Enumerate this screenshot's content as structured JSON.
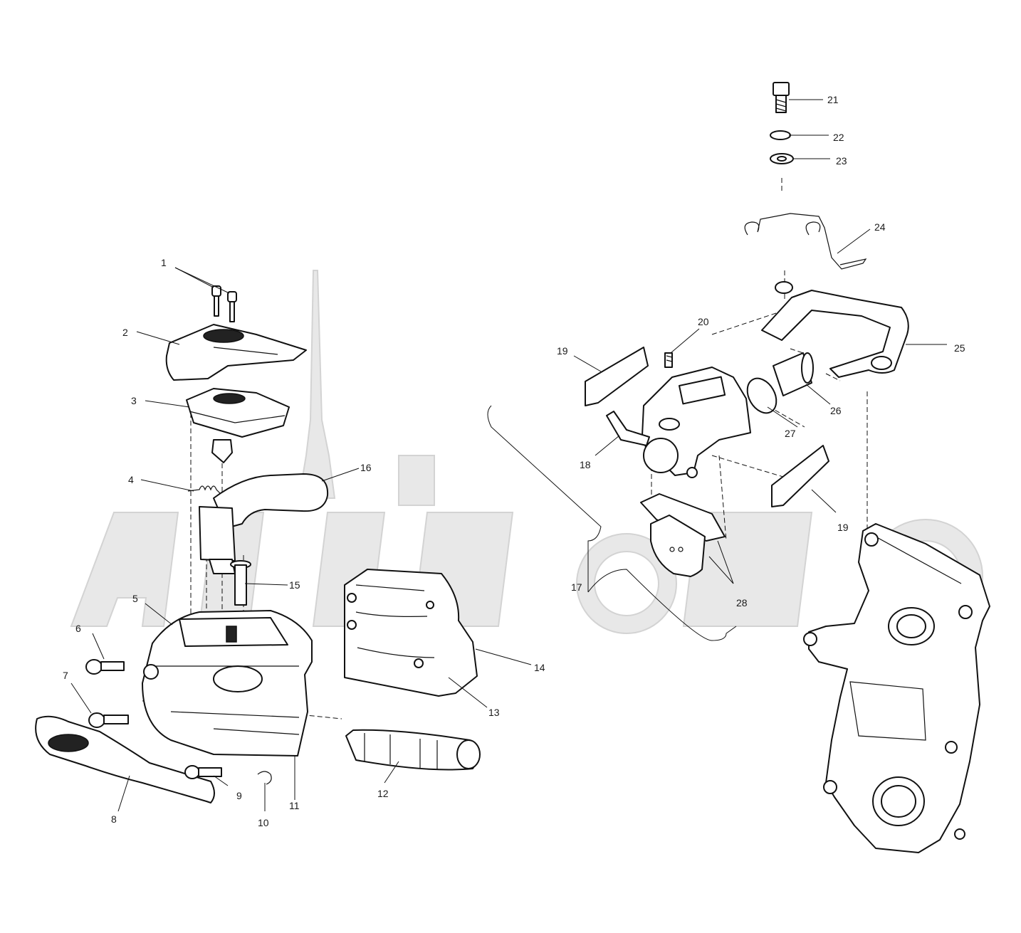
{
  "callouts": [
    "1",
    "2",
    "3",
    "4",
    "5",
    "6",
    "7",
    "8",
    "9",
    "10",
    "11",
    "12",
    "13",
    "14",
    "15",
    "16",
    "17",
    "18",
    "19",
    "19",
    "20",
    "21",
    "22",
    "23",
    "24",
    "25",
    "26",
    "27",
    "28"
  ],
  "colors": {
    "line": "#111111",
    "fill": "#ffffff",
    "watermark": "#e6e6e6"
  }
}
